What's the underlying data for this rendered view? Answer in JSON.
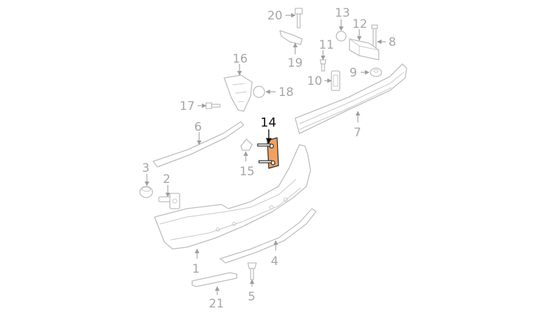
{
  "diagram": {
    "highlighted_part": "14",
    "colors": {
      "highlight_fill": "#f0a060",
      "line_gray": "#bdbdbd",
      "label_gray": "#a6a6a6",
      "highlight_label": "#111111"
    },
    "callouts": [
      {
        "id": "1",
        "label": "1"
      },
      {
        "id": "2",
        "label": "2"
      },
      {
        "id": "3",
        "label": "3"
      },
      {
        "id": "4",
        "label": "4"
      },
      {
        "id": "5",
        "label": "5"
      },
      {
        "id": "6",
        "label": "6"
      },
      {
        "id": "7",
        "label": "7"
      },
      {
        "id": "8",
        "label": "8"
      },
      {
        "id": "9",
        "label": "9"
      },
      {
        "id": "10",
        "label": "10"
      },
      {
        "id": "11",
        "label": "11"
      },
      {
        "id": "12",
        "label": "12"
      },
      {
        "id": "13",
        "label": "13"
      },
      {
        "id": "14",
        "label": "14"
      },
      {
        "id": "15",
        "label": "15"
      },
      {
        "id": "16",
        "label": "16"
      },
      {
        "id": "17",
        "label": "17"
      },
      {
        "id": "18",
        "label": "18"
      },
      {
        "id": "19",
        "label": "19"
      },
      {
        "id": "20",
        "label": "20"
      },
      {
        "id": "21",
        "label": "21"
      }
    ]
  }
}
